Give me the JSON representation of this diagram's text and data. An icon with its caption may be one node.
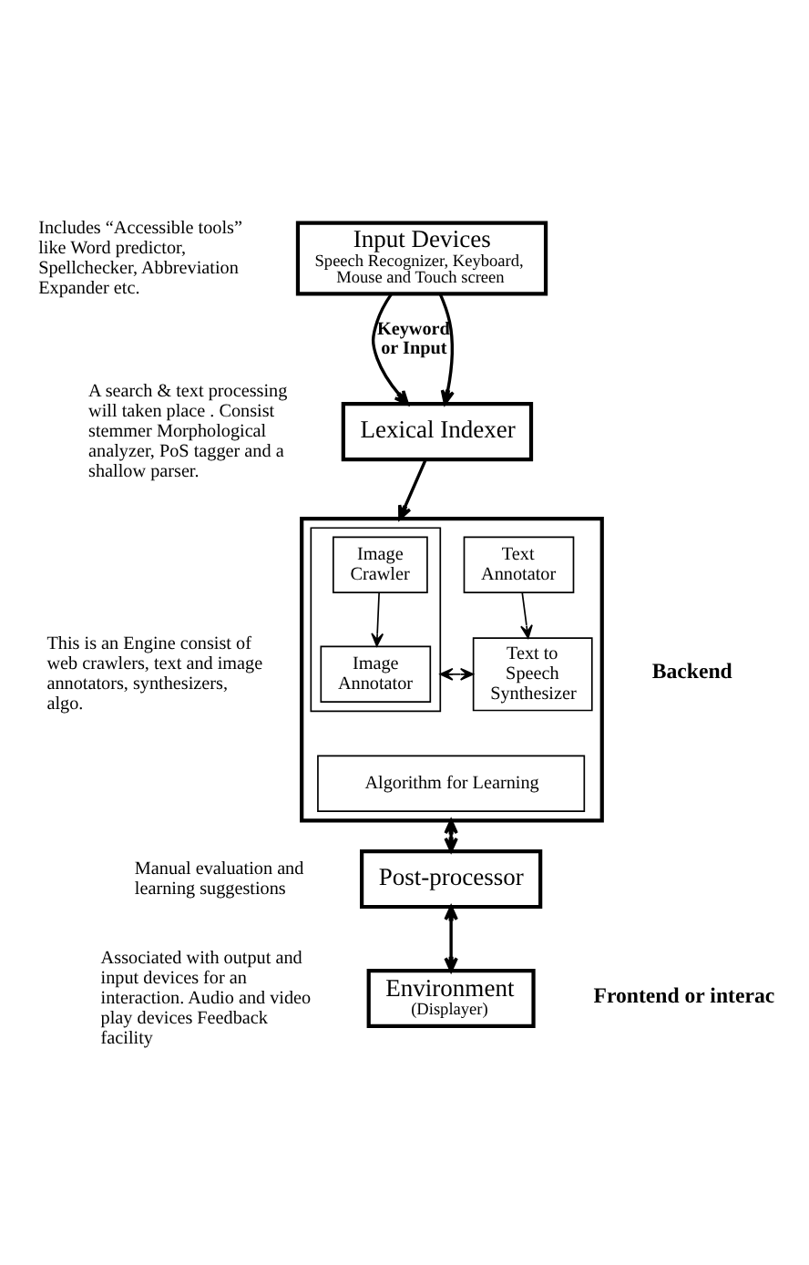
{
  "diagram": {
    "nodes": [
      {
        "text": [
          "Input Devices",
          "Speech Recognizer, Keyboard, Mouse and Touch screen"
        ],
        "beside": [
          "Includes “Accessible tools” like Word predictor, Spellchecker, Abbreviation Expander etc."
        ]
      },
      {
        "text": [
          "Lexical Indexer"
        ],
        "beside": [
          "A search & text processing will taken place . Consist stemmer Morphological analyzer, PoS tagger and a shallow parser."
        ]
      },
      {
        "text": [],
        "shape": "box",
        "beside": [
          "This is an Engine consist of web crawlers, text and image annotators, synthesizers, algo."
        ]
      },
      {
        "text": [],
        "shape": "box",
        "in": 2
      },
      {
        "text": [
          "Image Crawler"
        ],
        "in": 3
      },
      {
        "text": [
          "Image Annotator"
        ],
        "in": 3
      },
      {
        "text": [
          "Text Annotator"
        ],
        "in": 2
      },
      {
        "text": [
          "Text to Speech Synthesizer"
        ],
        "in": 2
      },
      {
        "text": [
          "Algorithm for Learning"
        ],
        "in": 2
      },
      {
        "text": [
          "Post-processor"
        ],
        "beside": [
          "Manual evaluation and learning suggestions"
        ]
      },
      {
        "text": [
          "Environment",
          "(Displayer)"
        ],
        "beside": [
          "Associated with output and input devices for an interaction. Audio and video play devices Feedback facility"
        ]
      }
    ],
    "edges": [
      {
        "from": 0,
        "to": 1,
        "arrow": "to",
        "label": "Keyword or Input"
      },
      {
        "from": 0,
        "to": 1,
        "arrow": "to"
      },
      {
        "from": 1,
        "to": 2,
        "arrow": "to"
      },
      {
        "from": 4,
        "to": 5,
        "arrow": "to"
      },
      {
        "from": 3,
        "to": 7,
        "arrow": "both"
      },
      {
        "from": 6,
        "to": 7,
        "arrow": "to"
      },
      {
        "from": 2,
        "to": 9,
        "arrow": "both"
      },
      {
        "from": 9,
        "to": 10,
        "arrow": "both"
      }
    ],
    "labels": [
      "Backend",
      "Frontend or interac"
    ]
  }
}
